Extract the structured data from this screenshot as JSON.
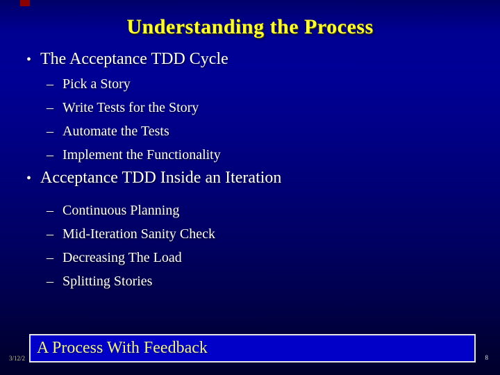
{
  "slide": {
    "title": "Understanding the Process",
    "bullet_glyph": "•",
    "dash_glyph": "–",
    "bullets": [
      {
        "label": "The Acceptance TDD Cycle",
        "items": [
          "Pick a Story",
          "Write Tests for the Story",
          "Automate the Tests",
          "Implement the Functionality"
        ]
      },
      {
        "label": "Acceptance TDD Inside an Iteration",
        "items": [
          "Continuous Planning",
          "Mid-Iteration Sanity Check",
          "Decreasing The Load",
          "Splitting Stories"
        ]
      }
    ],
    "footer_box": {
      "label": "A Process With Feedback"
    },
    "footer": {
      "date": "3/12/2",
      "page_number": "8"
    },
    "colors": {
      "background_bright": "#000096",
      "background_bottom": "#00002c",
      "title": "#ffff33",
      "body_text": "#ffffff",
      "footer_box_fill": "#0000c8",
      "footer_box_border": "#e8e8e8",
      "footer_box_text": "#eeee99",
      "corner_marker": "#8b0000"
    }
  }
}
